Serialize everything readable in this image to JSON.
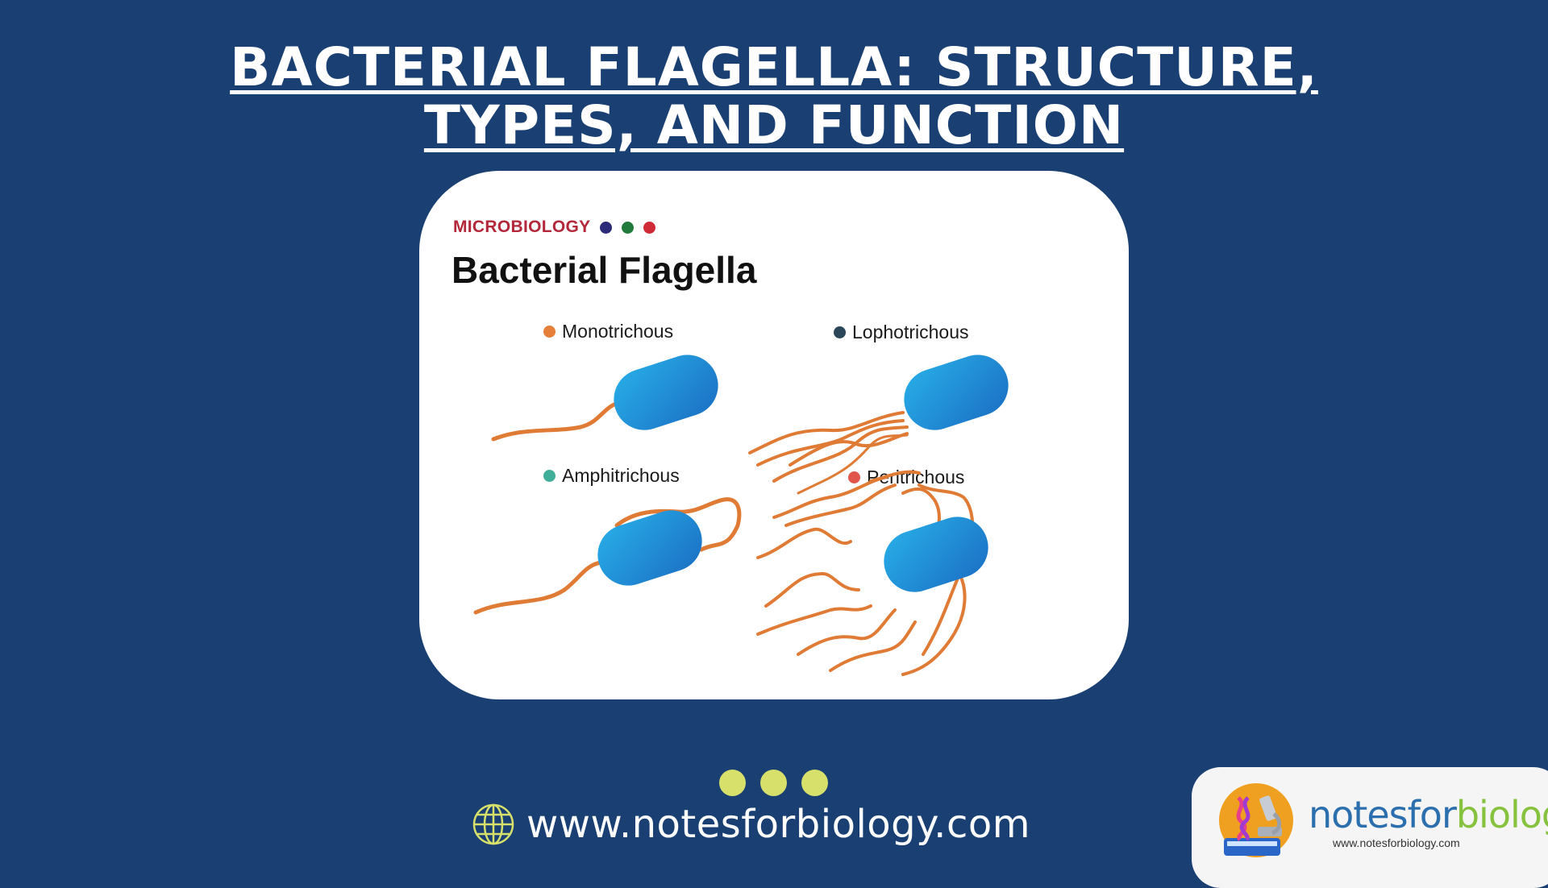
{
  "page": {
    "title_line1": "BACTERIAL FLAGELLA: STRUCTURE,",
    "title_line2": "TYPES, AND FUNCTION",
    "background_color": "#1a3f73"
  },
  "card": {
    "eyebrow": "MICROBIOLOGY",
    "eyebrow_dots": [
      "#2e2a7a",
      "#1f7a3c",
      "#d02a36"
    ],
    "heading": "Bacterial Flagella",
    "types": [
      {
        "label": "Monotrichous",
        "dot_color": "#e57f3a"
      },
      {
        "label": "Lophotrichous",
        "dot_color": "#2b4659"
      },
      {
        "label": "Amphitrichous",
        "dot_color": "#3fae98"
      },
      {
        "label": "Peritrichous",
        "dot_color": "#e0564a"
      }
    ],
    "cell_color": "#2196de",
    "flagella_color": "#e07b36"
  },
  "footer": {
    "dots_color": "#d6e06a",
    "website": "www.notesforbiology.com",
    "globe_icon": "globe-icon"
  },
  "logo": {
    "name_part1": "notesfor",
    "name_part2": "biology",
    "url": "www.notesforbiology.com"
  }
}
